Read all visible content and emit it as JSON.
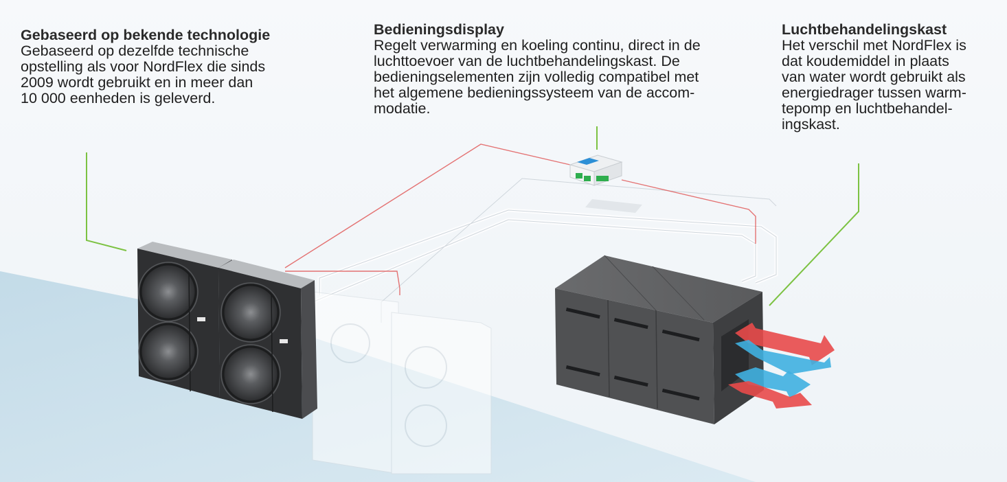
{
  "callouts": {
    "left": {
      "title": "Gebaseerd op bekende technologie",
      "text": "Gebaseerd op dezelfde technische\nopstelling als voor NordFlex die sinds\n2009 wordt gebruikt en in meer dan\n10 000 eenheden is geleverd."
    },
    "middle": {
      "title": "Bedieningsdisplay",
      "text": "Regelt verwarming en koeling continu, direct in de\nluchttoevoer van de luchtbehandelingskast. De\nbedieningselementen zijn volledig compatibel met\nhet algemene bedieningssysteem van de accom-\nmodatie."
    },
    "right": {
      "title": "Luchtbehandelingskast",
      "text": "Het verschil met NordFlex is\ndat koudemiddel in plaats\nvan water wordt gebruikt als\nenergiedrager tussen warm-\ntepomp en luchtbehandel-\ningskast."
    }
  },
  "colors": {
    "leader_line": "#7cc242",
    "signal_cable": "#e05a5a",
    "floor": "#cfe3ee",
    "background": "#f3f6f9",
    "unit_body": "#3a3b3d",
    "ahu_body": "#58595b",
    "warm_arrow": "#e84a4a",
    "cool_arrow": "#3fb0e0",
    "display_accent": "#2c8fd6",
    "display_buttons": "#2fae4e"
  },
  "icons": [
    "heat-pump-unit",
    "air-handling-unit",
    "control-display",
    "airflow-arrow"
  ]
}
